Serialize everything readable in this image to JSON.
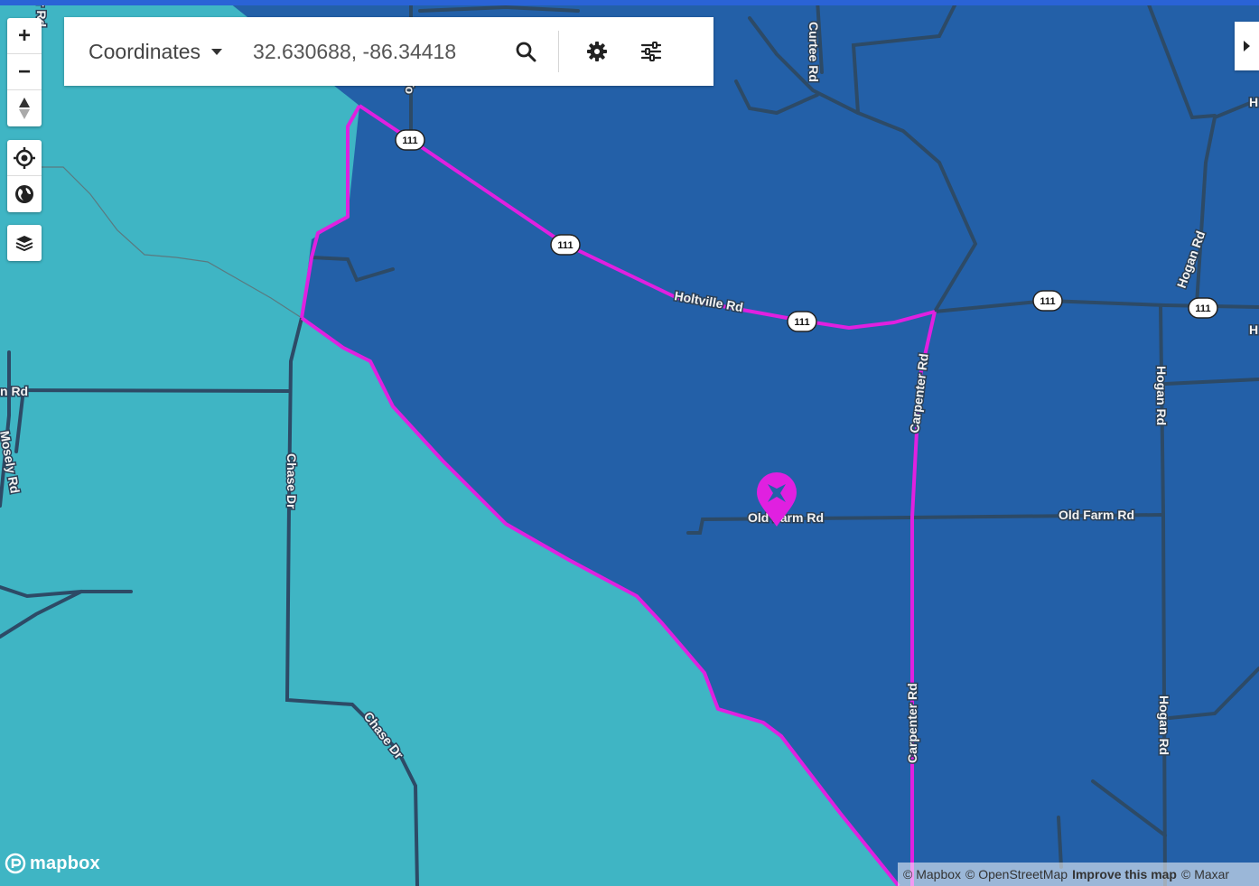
{
  "search": {
    "mode_label": "Coordinates",
    "coordinates_value": "32.630688, -86.34418",
    "icons": {
      "search": "search-icon",
      "settings": "gear-icon",
      "filters": "sliders-icon"
    }
  },
  "map_controls": {
    "zoom_in_symbol": "+",
    "zoom_out_symbol": "−",
    "icons": [
      "compass-icon",
      "locate-icon",
      "globe-icon",
      "layers-icon"
    ]
  },
  "map": {
    "colors": {
      "outside_area": "#3fb5c4",
      "selected_area": "#2360a8",
      "boundary": "#e020e0",
      "road": "#2d4a66",
      "marker": "#e020e0"
    },
    "road_labels": {
      "holtville": "Holtville Rd",
      "carpenter_1": "Carpenter Rd",
      "carpenter_2": "Carpenter Rd",
      "old_farm_1": "Old Farm Rd",
      "old_farm_2": "Old Farm Rd",
      "hogan_1": "Hogan Rd",
      "hogan_2": "Hogan Rd",
      "hogan_3": "Hogan Rd",
      "chase_1": "Chase Dr",
      "chase_2": "Chase Dr",
      "curtee": "Curtee Rd",
      "mosely": "Mosely Rd",
      "left_partial": "n Rd",
      "top_left_partial": "r Rd",
      "top_partial": "To",
      "right_partial_1": "H",
      "right_partial_2": "H"
    },
    "route_shield": "111"
  },
  "logo": {
    "text": "mapbox"
  },
  "attribution": {
    "mapbox": "© Mapbox",
    "osm": "© OpenStreetMap",
    "improve": "Improve this map",
    "maxar": "© Maxar"
  }
}
